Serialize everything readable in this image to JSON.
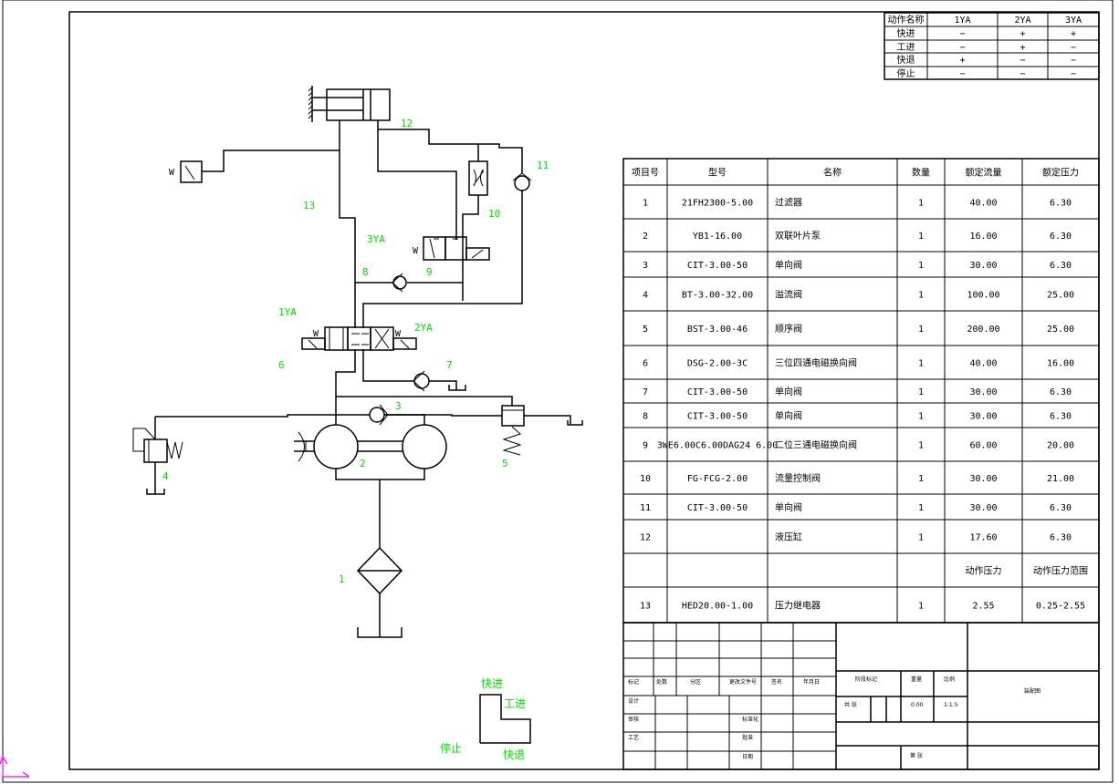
{
  "drawing": {
    "title_block_name": "装配图",
    "component_labels": [
      "1",
      "2",
      "3",
      "4",
      "5",
      "6",
      "7",
      "8",
      "9",
      "10",
      "11",
      "12",
      "13"
    ],
    "solenoid_labels": {
      "1YA": "1YA",
      "2YA": "2YA",
      "3YA": "3YA"
    },
    "cycle_diagram": {
      "fast_forward": "快进",
      "work_feed": "工进",
      "fast_return": "快退",
      "stop": "停止"
    }
  },
  "action_table": {
    "headers": [
      "动作名称",
      "1YA",
      "2YA",
      "3YA"
    ],
    "rows": [
      [
        "快进",
        "−",
        "+",
        "+"
      ],
      [
        "工进",
        "−",
        "+",
        "−"
      ],
      [
        "快退",
        "+",
        "−",
        "−"
      ],
      [
        "停止",
        "−",
        "−",
        "−"
      ]
    ]
  },
  "parts_table": {
    "headers": [
      "项目号",
      "型号",
      "名称",
      "数量",
      "额定流量",
      "额定压力"
    ],
    "rows": [
      [
        "1",
        "21FH2300-5.00",
        "过滤器",
        "1",
        "40.00",
        "6.30"
      ],
      [
        "2",
        "YB1-16.00",
        "双联叶片泵",
        "1",
        "16.00",
        "6.30"
      ],
      [
        "3",
        "CIT-3.00-50",
        "单向阀",
        "1",
        "30.00",
        "6.30"
      ],
      [
        "4",
        "BT-3.00-32.00",
        "溢流阀",
        "1",
        "100.00",
        "25.00"
      ],
      [
        "5",
        "BST-3.00-46",
        "顺序阀",
        "1",
        "200.00",
        "25.00"
      ],
      [
        "6",
        "DSG-2.00-3C",
        "三位四通电磁换向阀",
        "1",
        "40.00",
        "16.00"
      ],
      [
        "7",
        "CIT-3.00-50",
        "单向阀",
        "1",
        "30.00",
        "6.30"
      ],
      [
        "8",
        "CIT-3.00-50",
        "单向阀",
        "1",
        "30.00",
        "6.30"
      ],
      [
        "9",
        "3WE6.00C6.00DAG24 6.00",
        "二位三通电磁换向阀",
        "1",
        "60.00",
        "20.00"
      ],
      [
        "10",
        "FG-FCG-2.00",
        "流量控制阀",
        "1",
        "30.00",
        "21.00"
      ],
      [
        "11",
        "CIT-3.00-50",
        "单向阀",
        "1",
        "30.00",
        "6.30"
      ],
      [
        "12",
        "",
        "液压缸",
        "1",
        "17.60",
        "6.30"
      ],
      [
        "",
        "",
        "",
        "",
        "动作压力",
        "动作压力范围"
      ],
      [
        "13",
        "HED20.00-1.00",
        "压力继电器",
        "1",
        "2.55",
        "0.25-2.55"
      ]
    ]
  },
  "title_block": {
    "rev_headers": [
      "标记",
      "处数",
      "分区",
      "更改文件号",
      "签名",
      "年月日"
    ],
    "left_labels": [
      "设计",
      "审核",
      "工艺",
      ""
    ],
    "mid_labels": [
      "标准化",
      "批准",
      "日期"
    ],
    "stage_mark": "阶段标记",
    "weight_label": "重量",
    "scale_label": "比例",
    "weight_value": "0.00",
    "scale_value": "1:1.5",
    "sheet_label": "共 张",
    "sheet_label2": "第 张"
  }
}
